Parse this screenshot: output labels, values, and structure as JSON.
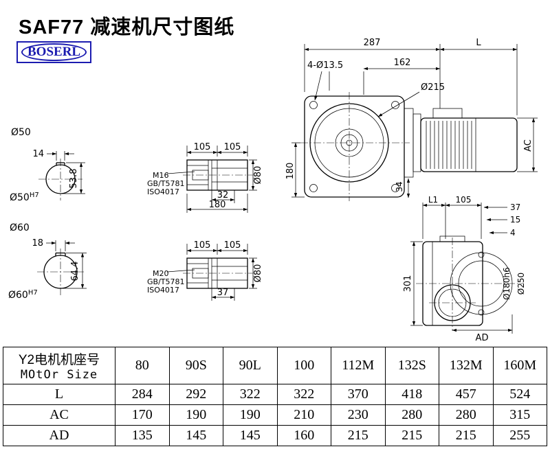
{
  "page": {
    "title": "SAF77 减速机尺寸图纸",
    "logo": "BOSERL"
  },
  "drawing": {
    "main_view": {
      "dim_width_287": "287",
      "dim_motor_length": "L",
      "dim_holes": "4-Ø13.5",
      "dim_162": "162",
      "dim_flange_dia": "Ø215",
      "dim_height_180": "180",
      "dim_34": "34",
      "dim_motor_ac": "AC"
    },
    "shaft_bore_50": {
      "label": "Ø50",
      "key_width": "14",
      "key_height": "53.8",
      "fit": "Ø50",
      "fit_tol": "H7"
    },
    "shaft_bore_60": {
      "label": "Ø60",
      "key_width": "18",
      "key_height": "64.4",
      "fit": "Ø60",
      "fit_tol": "H7"
    },
    "shaft_a": {
      "seg1": "105",
      "seg2": "105",
      "thread": "M16",
      "std_gb": "GB/T5781",
      "std_iso": "ISO4017",
      "dim_32": "32",
      "dim_180": "180",
      "dia": "Ø80"
    },
    "shaft_b": {
      "seg1": "105",
      "seg2": "105",
      "thread": "M20",
      "std_gb": "GB/T5781",
      "std_iso": "ISO4017",
      "dim_37": "37",
      "dia": "Ø80"
    },
    "side_view": {
      "dim_l1": "L1",
      "dim_105": "105",
      "dim_37": "37",
      "dim_15": "15",
      "dim_4": "4",
      "dim_301": "301",
      "dia_180": "Ø180h6",
      "dia_250": "Ø250",
      "dim_ad": "AD"
    }
  },
  "table": {
    "header_cn": "Y2电机机座号",
    "header_en": "MOtOr Size",
    "sizes": [
      "80",
      "90S",
      "90L",
      "100",
      "112M",
      "132S",
      "132M",
      "160M"
    ],
    "rows": [
      {
        "label": "L",
        "values": [
          "284",
          "292",
          "322",
          "322",
          "370",
          "418",
          "457",
          "524"
        ]
      },
      {
        "label": "AC",
        "values": [
          "170",
          "190",
          "190",
          "210",
          "230",
          "280",
          "280",
          "315"
        ]
      },
      {
        "label": "AD",
        "values": [
          "135",
          "145",
          "145",
          "160",
          "215",
          "215",
          "215",
          "255"
        ]
      }
    ]
  }
}
